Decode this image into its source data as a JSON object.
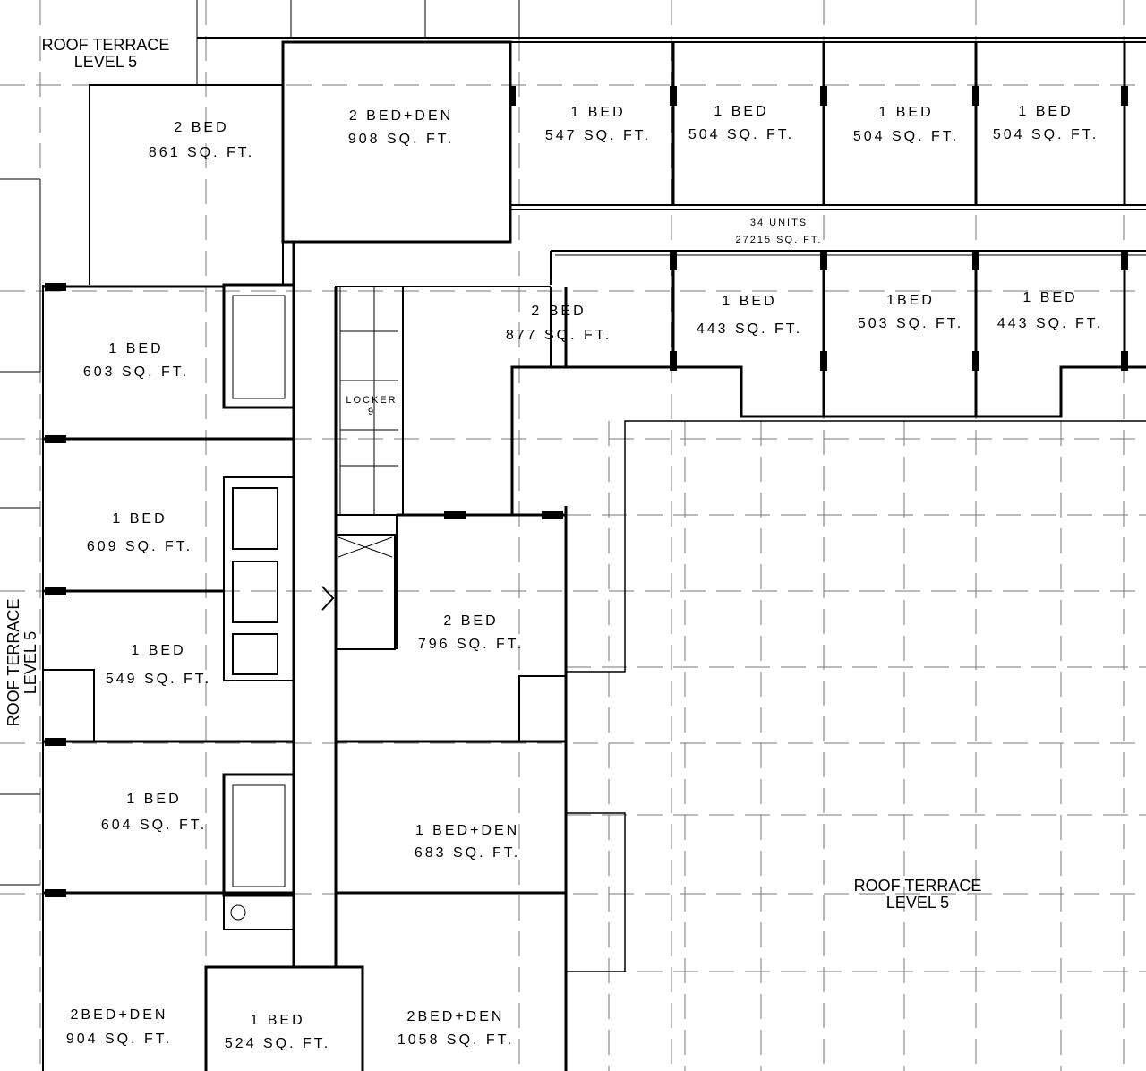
{
  "summary": {
    "units": "34 UNITS",
    "area": "27215 SQ. FT."
  },
  "locker": {
    "label": "LOCKER",
    "number": "9"
  },
  "terraces": [
    {
      "line1": "ROOF TERRACE",
      "line2": "LEVEL 5"
    },
    {
      "line1": "ROOF TERRACE",
      "line2": "LEVEL 5"
    },
    {
      "line1": "ROOF TERRACE",
      "line2": "LEVEL 5"
    }
  ],
  "units": [
    {
      "type": "2 BED",
      "area": "861 SQ. FT."
    },
    {
      "type": "2 BED+DEN",
      "area": "908 SQ. FT."
    },
    {
      "type": "1 BED",
      "area": "547 SQ. FT."
    },
    {
      "type": "1 BED",
      "area": "504 SQ. FT."
    },
    {
      "type": "1 BED",
      "area": "504 SQ. FT."
    },
    {
      "type": "1 BED",
      "area": "504 SQ. FT."
    },
    {
      "type": "1 BED",
      "area": "603 SQ. FT."
    },
    {
      "type": "2 BED",
      "area": "877 SQ. FT."
    },
    {
      "type": "1 BED",
      "area": "443 SQ. FT."
    },
    {
      "type": "1BED",
      "area": "503 SQ. FT."
    },
    {
      "type": "1 BED",
      "area": "443 SQ. FT."
    },
    {
      "type": "1 BED",
      "area": "609 SQ. FT."
    },
    {
      "type": "2 BED",
      "area": "796 SQ. FT."
    },
    {
      "type": "1 BED",
      "area": "549 SQ. FT."
    },
    {
      "type": "1 BED",
      "area": "604 SQ. FT."
    },
    {
      "type": "1 BED+DEN",
      "area": "683 SQ. FT."
    },
    {
      "type": "2BED+DEN",
      "area": "904 SQ. FT."
    },
    {
      "type": "1 BED",
      "area": "524 SQ. FT."
    },
    {
      "type": "2BED+DEN",
      "area": "1058 SQ. FT."
    }
  ]
}
